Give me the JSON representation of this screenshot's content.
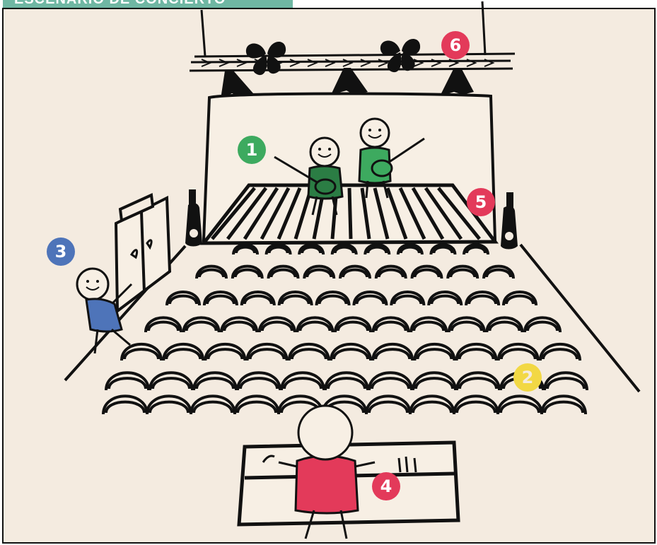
{
  "header": {
    "title": "ESCENARIO DE CONCIERTO"
  },
  "markers": [
    {
      "id": "m1",
      "label": "1",
      "color": "#3daa5f"
    },
    {
      "id": "m2",
      "label": "2",
      "color": "#f2d844"
    },
    {
      "id": "m3",
      "label": "3",
      "color": "#4e74b9"
    },
    {
      "id": "m4",
      "label": "4",
      "color": "#e33a5a"
    },
    {
      "id": "m5",
      "label": "5",
      "color": "#e33a5a"
    },
    {
      "id": "m6",
      "label": "6",
      "color": "#e33a5a"
    }
  ],
  "colors": {
    "paper": "#f4ebe0",
    "ink": "#111111",
    "band_shirt": "#3daa5f",
    "band_shirt_dark": "#2b7d44",
    "usher_shirt": "#4e74b9",
    "engineer_shirt": "#e33a5a"
  },
  "icons": [
    "stage-light-icon",
    "speaker-icon",
    "guitar-icon",
    "door-icon",
    "mixing-desk-icon"
  ]
}
